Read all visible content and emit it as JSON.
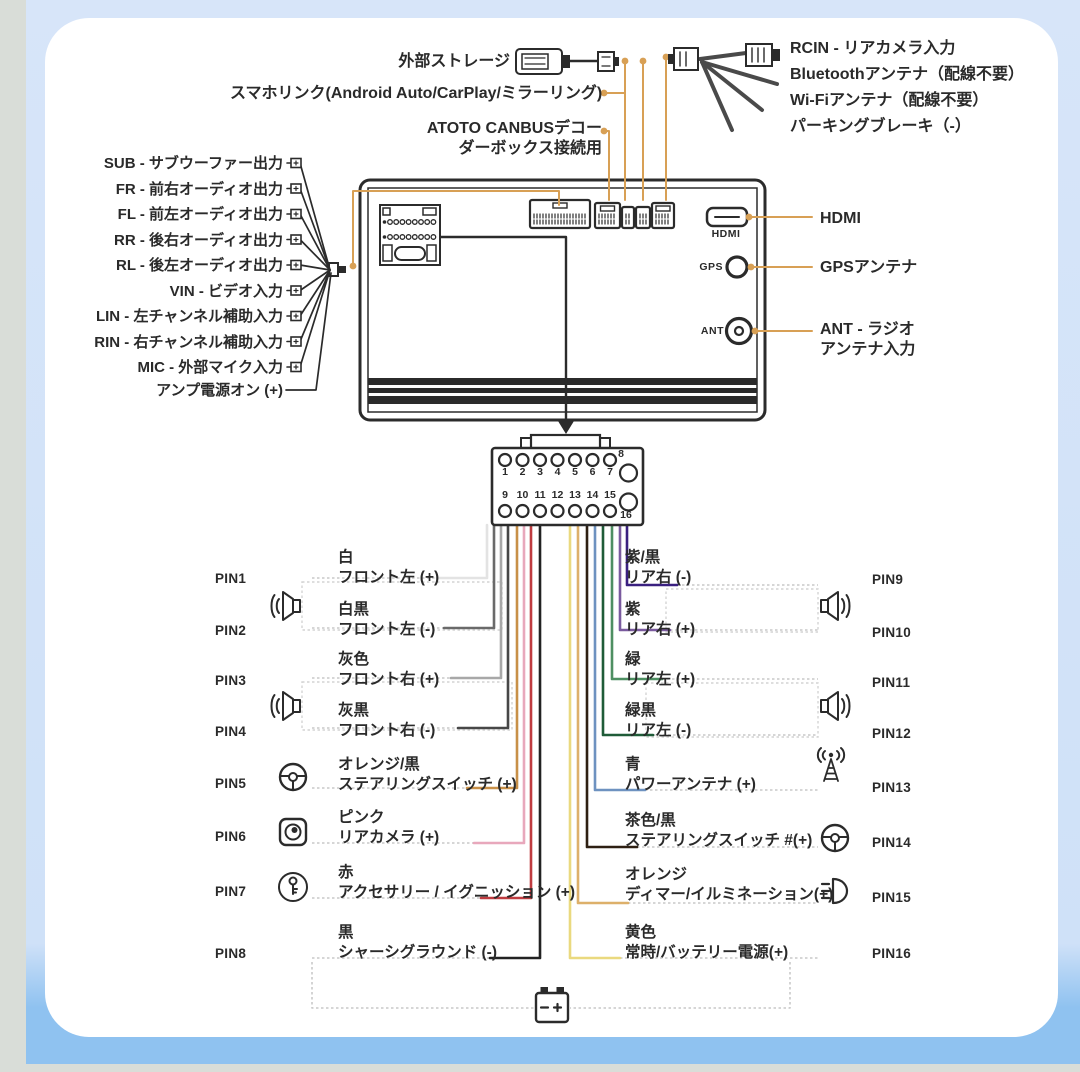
{
  "top_left_labels": {
    "storage": "外部ストレージ",
    "phone_link": "スマホリンク(Android Auto/CarPlay/ミラーリング)",
    "canbus_line1": "ATOTO CANBUSデコー",
    "canbus_line2": "ダーボックス接続用"
  },
  "top_right_labels": [
    "RCIN - リアカメラ入力",
    "Bluetoothアンテナ（配線不要）",
    "Wi-Fiアンテナ（配線不要）",
    "パーキングブレーキ（-）"
  ],
  "left_outputs": [
    "SUB - サブウーファー出力",
    "FR - 前右オーディオ出力",
    "FL - 前左オーディオ出力",
    "RR - 後右オーディオ出力",
    "RL - 後左オーディオ出力",
    "VIN - ビデオ入力",
    "LIN - 左チャンネル補助入力",
    "RIN - 右チャンネル補助入力",
    "MIC - 外部マイク入力",
    "アンプ電源オン (+)"
  ],
  "unit_ports": {
    "hdmi": "HDMI",
    "gps": "GPS",
    "ant": "ANT"
  },
  "right_port_labels": {
    "hdmi": "HDMI",
    "gps": "GPSアンテナ",
    "ant_line1": "ANT - ラジオ",
    "ant_line2": "アンテナ入力"
  },
  "connector": {
    "pin_numbers_row1": [
      "1",
      "2",
      "3",
      "4",
      "5",
      "6",
      "7"
    ],
    "pin8": "8",
    "pin_numbers_row2": [
      "9",
      "10",
      "11",
      "12",
      "13",
      "14",
      "15"
    ],
    "pin16": "16"
  },
  "pins_left": [
    {
      "pin": "PIN1",
      "color_name": "白",
      "function": "フロント左 (+)",
      "wire": "#e3e3e3"
    },
    {
      "pin": "PIN2",
      "color_name": "白黒",
      "function": "フロント左 (-)",
      "wire": "#6a6a6a"
    },
    {
      "pin": "PIN3",
      "color_name": "灰色",
      "function": "フロント右 (+)",
      "wire": "#a8a8a8"
    },
    {
      "pin": "PIN4",
      "color_name": "灰黒",
      "function": "フロント右 (-)",
      "wire": "#474747"
    },
    {
      "pin": "PIN5",
      "color_name": "オレンジ/黒",
      "function": "ステアリングスイッチ (+)",
      "wire": "#c89048"
    },
    {
      "pin": "PIN6",
      "color_name": "ピンク",
      "function": "リアカメラ (+)",
      "wire": "#e8a8bc"
    },
    {
      "pin": "PIN7",
      "color_name": "赤",
      "function": "アクセサリー / イグニッション (+)",
      "wire": "#bf3c40"
    },
    {
      "pin": "PIN8",
      "color_name": "黒",
      "function": "シャーシグラウンド (-)",
      "wire": "#222222"
    }
  ],
  "pins_right": [
    {
      "pin": "PIN9",
      "color_name": "紫/黒",
      "function": "リア右 (-)",
      "wire": "#3a2080"
    },
    {
      "pin": "PIN10",
      "color_name": "紫",
      "function": "リア右 (+)",
      "wire": "#7a5a9e"
    },
    {
      "pin": "PIN11",
      "color_name": "緑",
      "function": "リア左 (+)",
      "wire": "#4e8f62"
    },
    {
      "pin": "PIN12",
      "color_name": "緑黒",
      "function": "リア左 (-)",
      "wire": "#1f5c38"
    },
    {
      "pin": "PIN13",
      "color_name": "青",
      "function": "パワーアンテナ (+)",
      "wire": "#6e92c0"
    },
    {
      "pin": "PIN14",
      "color_name": "茶色/黒",
      "function": "ステアリングスイッチ #(+)",
      "wire": "#2e2013"
    },
    {
      "pin": "PIN15",
      "color_name": "オレンジ",
      "function": "ディマー/イルミネーション(+)",
      "wire": "#ddb06a"
    },
    {
      "pin": "PIN16",
      "color_name": "黄色",
      "function": "常時/バッテリー電源(+)",
      "wire": "#ead97f"
    }
  ],
  "colors": {
    "accent_line": "#d8a055",
    "diagram_ink": "#2b2b2b",
    "dashed": "#c9c9c9",
    "card_bg": "#ffffff",
    "frame_blue": "#8fc2f0"
  }
}
